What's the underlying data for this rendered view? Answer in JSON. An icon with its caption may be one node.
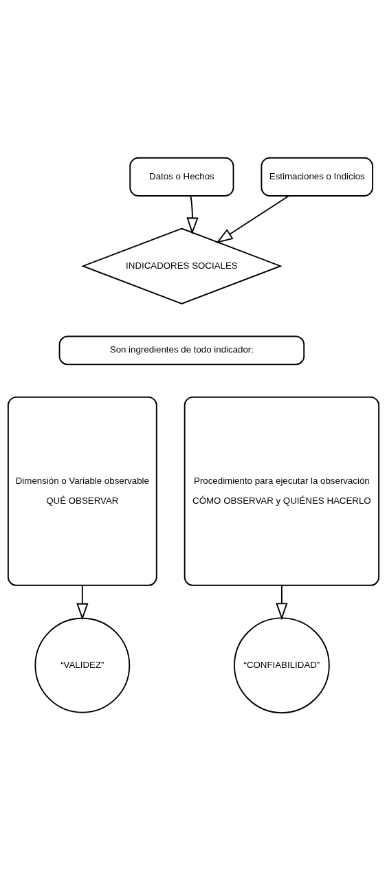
{
  "diagram": {
    "nodes": [
      {
        "text": [
          "Datos o Hechos"
        ]
      },
      {
        "text": [
          "Estimaciones o Indicios"
        ]
      },
      {
        "text": [
          "INDICADORES SOCIALES"
        ]
      },
      {
        "text": [
          "Son ingredientes de todo indicador:"
        ]
      },
      {
        "text": [
          "Dimensión o Variable observable",
          "QUÉ OBSERVAR"
        ]
      },
      {
        "text": [
          "Procedimiento para ejecutar la observación",
          "CÓMO OBSERVAR y QUIÉNES HACERLO"
        ]
      },
      {
        "text": [
          "“VALIDEZ”"
        ]
      },
      {
        "text": [
          "“CONFIABILIDAD”"
        ]
      }
    ],
    "edges": [
      {
        "from": 0,
        "to": 2,
        "arrow": "to"
      },
      {
        "from": 1,
        "to": 2,
        "arrow": "to"
      },
      {
        "from": 4,
        "to": 6,
        "arrow": "to"
      },
      {
        "from": 5,
        "to": 7,
        "arrow": "to"
      }
    ]
  }
}
